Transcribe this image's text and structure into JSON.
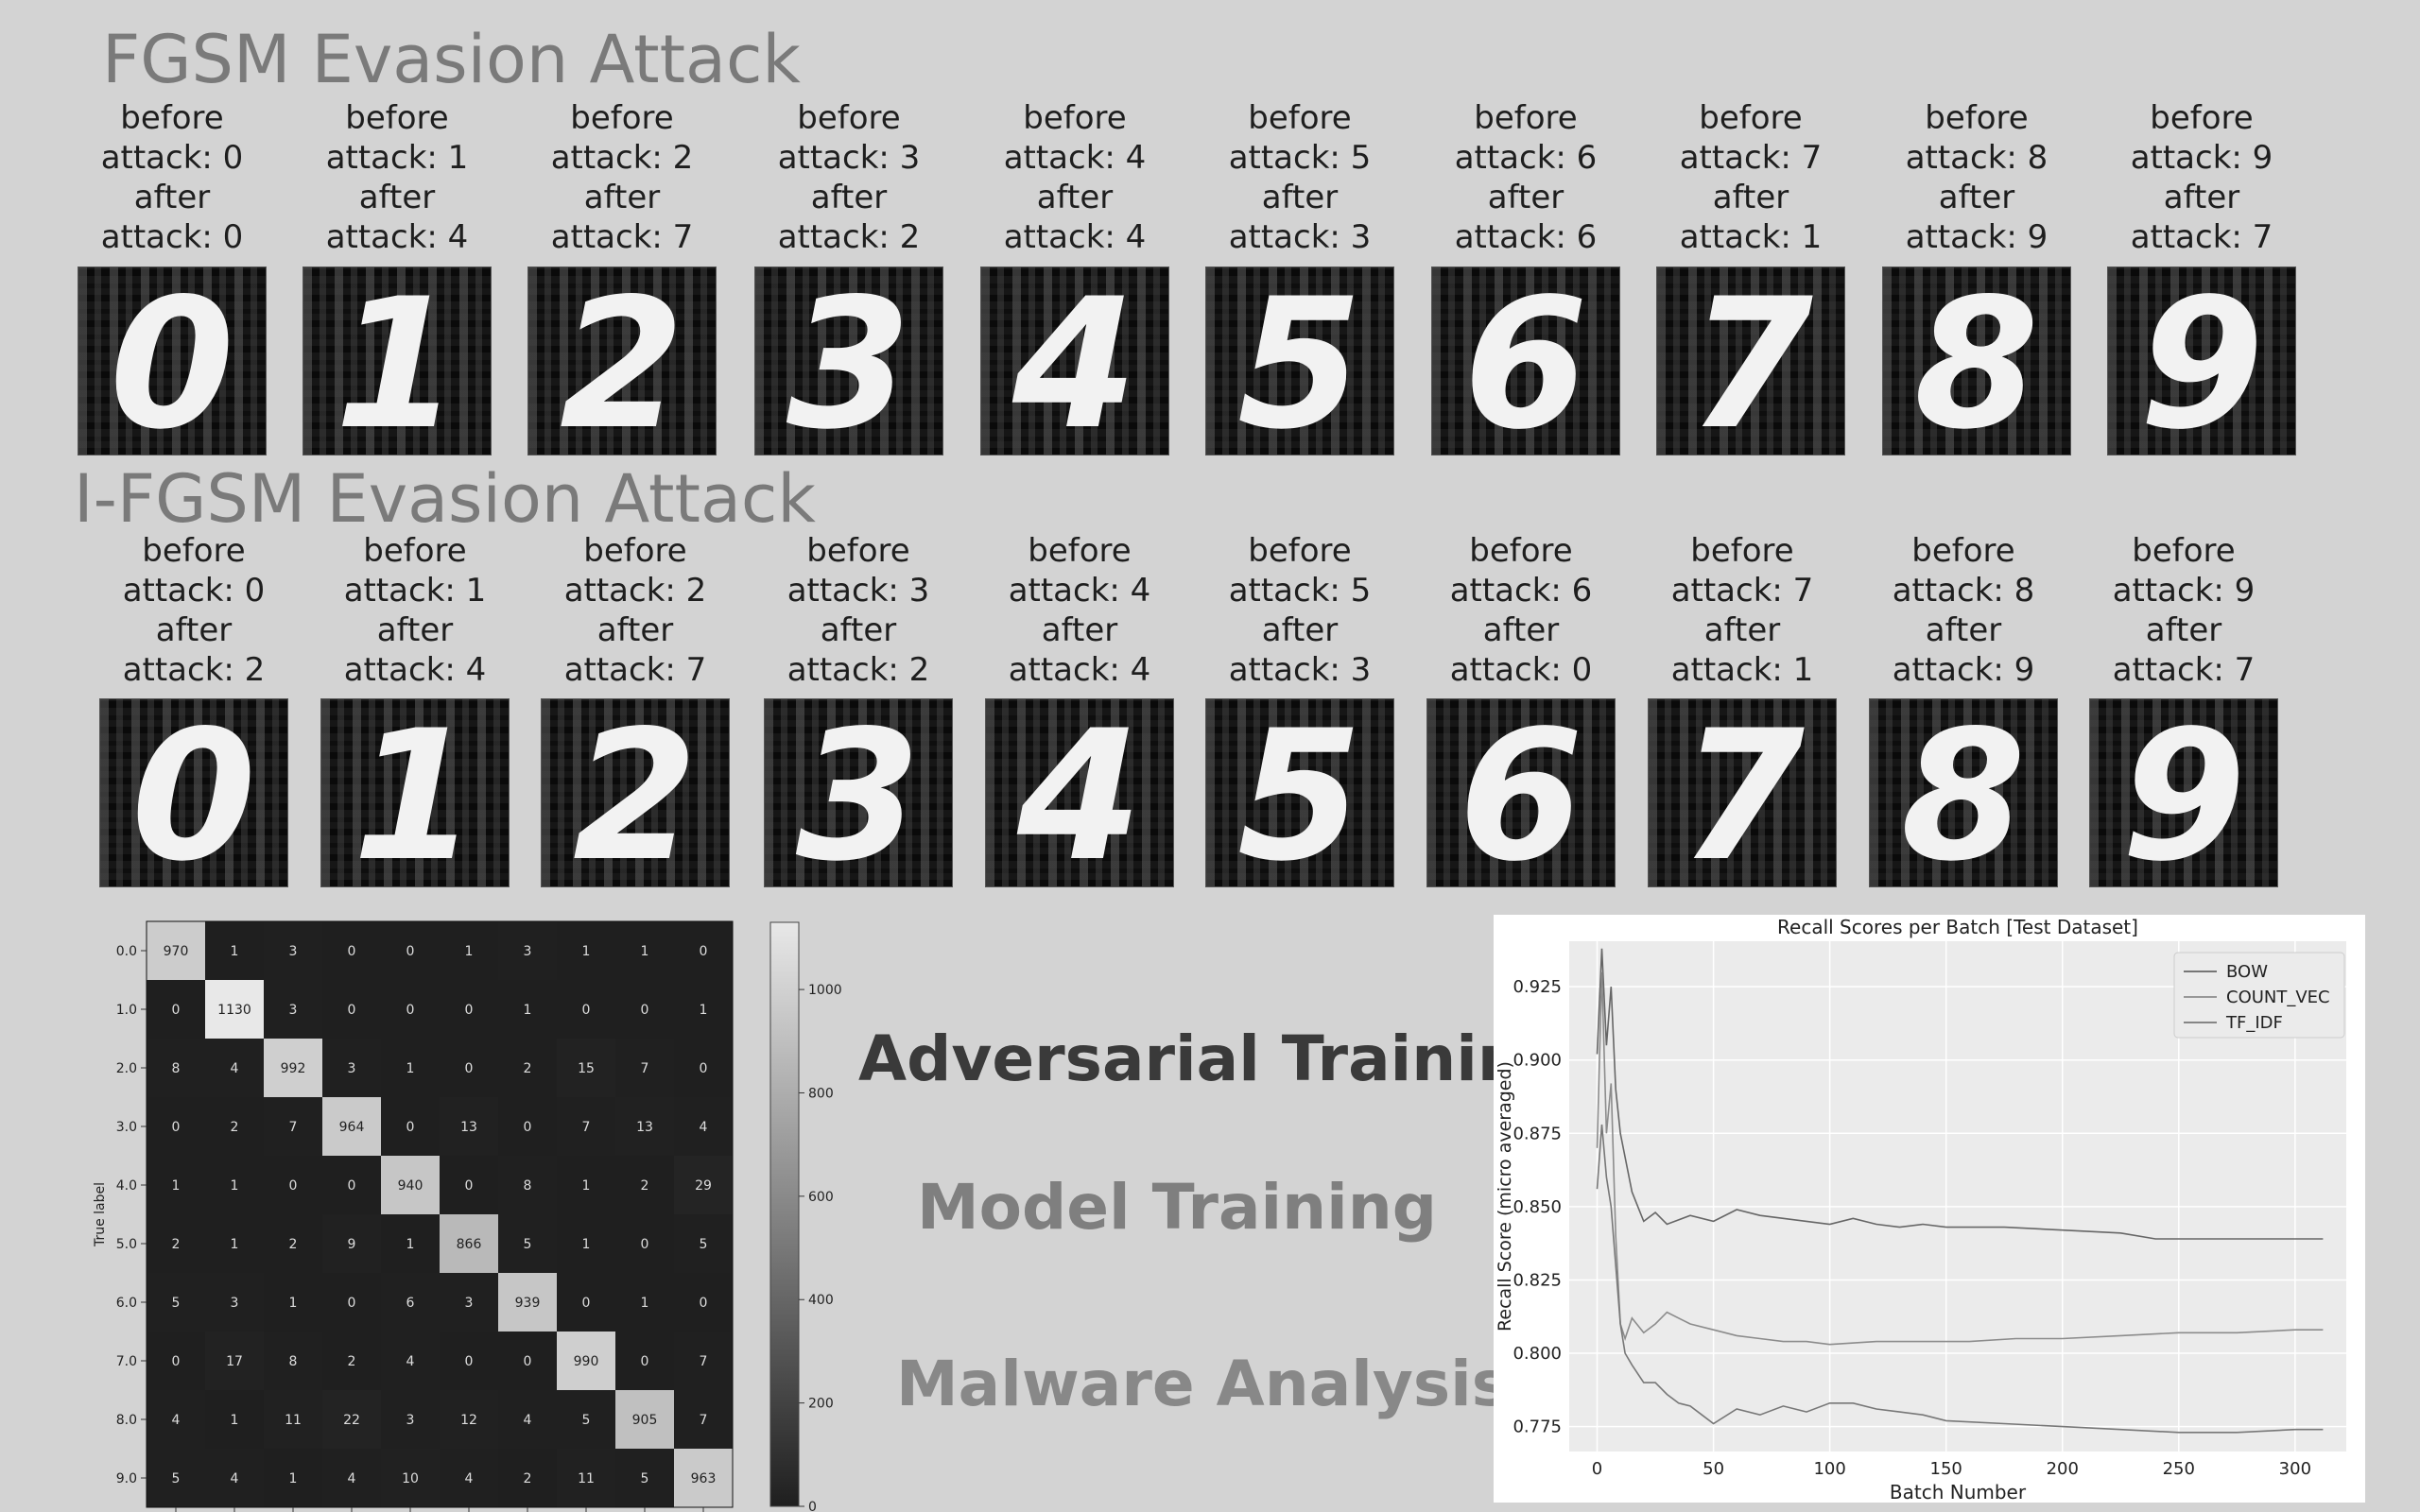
{
  "sections": {
    "fgsm_title": "FGSM Evasion Attack",
    "ifgsm_title": "I-FGSM Evasion Attack"
  },
  "caption_words": {
    "before": "before",
    "attack_prefix": "attack:",
    "after": "after"
  },
  "fgsm_panels": [
    {
      "digit": "0",
      "before": "0",
      "after": "0"
    },
    {
      "digit": "1",
      "before": "1",
      "after": "4"
    },
    {
      "digit": "2",
      "before": "2",
      "after": "7"
    },
    {
      "digit": "3",
      "before": "3",
      "after": "2"
    },
    {
      "digit": "4",
      "before": "4",
      "after": "4"
    },
    {
      "digit": "5",
      "before": "5",
      "after": "3"
    },
    {
      "digit": "6",
      "before": "6",
      "after": "6"
    },
    {
      "digit": "7",
      "before": "7",
      "after": "1"
    },
    {
      "digit": "8",
      "before": "8",
      "after": "9"
    },
    {
      "digit": "9",
      "before": "9",
      "after": "7"
    }
  ],
  "ifgsm_panels": [
    {
      "digit": "0",
      "before": "0",
      "after": "2"
    },
    {
      "digit": "1",
      "before": "1",
      "after": "4"
    },
    {
      "digit": "2",
      "before": "2",
      "after": "7"
    },
    {
      "digit": "3",
      "before": "3",
      "after": "2"
    },
    {
      "digit": "4",
      "before": "4",
      "after": "4"
    },
    {
      "digit": "5",
      "before": "5",
      "after": "3"
    },
    {
      "digit": "6",
      "before": "6",
      "after": "0"
    },
    {
      "digit": "7",
      "before": "7",
      "after": "1"
    },
    {
      "digit": "8",
      "before": "8",
      "after": "9"
    },
    {
      "digit": "9",
      "before": "9",
      "after": "7"
    }
  ],
  "labels": {
    "adversarial_training": "Adversarial Training",
    "model_training": "Model Training",
    "malware_analysis": "Malware Analysis"
  },
  "chart_data": [
    {
      "type": "heatmap",
      "title": "",
      "ylabel": "True label",
      "xlabel": "",
      "row_labels": [
        "0.0",
        "1.0",
        "2.0",
        "3.0",
        "4.0",
        "5.0",
        "6.0",
        "7.0",
        "8.0",
        "9.0"
      ],
      "matrix": [
        [
          970,
          1,
          3,
          0,
          0,
          1,
          3,
          1,
          1,
          0
        ],
        [
          0,
          1130,
          3,
          0,
          0,
          0,
          1,
          0,
          0,
          1
        ],
        [
          8,
          4,
          992,
          3,
          1,
          0,
          2,
          15,
          7,
          0
        ],
        [
          0,
          2,
          7,
          964,
          0,
          13,
          0,
          7,
          13,
          4
        ],
        [
          1,
          1,
          0,
          0,
          940,
          0,
          8,
          1,
          2,
          29
        ],
        [
          2,
          1,
          2,
          9,
          1,
          866,
          5,
          1,
          0,
          5
        ],
        [
          5,
          3,
          1,
          0,
          6,
          3,
          939,
          0,
          1,
          0
        ],
        [
          0,
          17,
          8,
          2,
          4,
          0,
          0,
          990,
          0,
          7
        ],
        [
          4,
          1,
          11,
          22,
          3,
          12,
          4,
          5,
          905,
          7
        ],
        [
          5,
          4,
          1,
          4,
          10,
          4,
          2,
          11,
          5,
          963
        ]
      ],
      "colorbar": {
        "min": 0,
        "max": 1130,
        "ticks": [
          0,
          200,
          400,
          600,
          800,
          1000
        ]
      },
      "colors": {
        "low": "#1f1f1f",
        "high": "#e8e8e8"
      }
    },
    {
      "type": "line",
      "title": "Recall Scores per Batch [Test Dataset]",
      "xlabel": "Batch Number",
      "ylabel": "Recall Score (micro averaged)",
      "xlim": [
        -12,
        322
      ],
      "ylim": [
        0.7665,
        0.9405
      ],
      "xticks": [
        0,
        50,
        100,
        150,
        200,
        250,
        300
      ],
      "yticks": [
        0.775,
        0.8,
        0.825,
        0.85,
        0.875,
        0.9,
        0.925
      ],
      "ytick_labels": [
        "0.775",
        "0.800",
        "0.825",
        "0.850",
        "0.875",
        "0.900",
        "0.925"
      ],
      "grid": true,
      "legend": "top-right",
      "series": [
        {
          "name": "BOW",
          "color": "#666666",
          "x": [
            0,
            2,
            4,
            6,
            8,
            10,
            15,
            20,
            25,
            30,
            40,
            50,
            60,
            70,
            80,
            90,
            100,
            110,
            120,
            130,
            140,
            150,
            175,
            200,
            225,
            240,
            250,
            275,
            300,
            312
          ],
          "y": [
            0.902,
            0.938,
            0.905,
            0.925,
            0.89,
            0.875,
            0.855,
            0.845,
            0.848,
            0.844,
            0.847,
            0.845,
            0.849,
            0.847,
            0.846,
            0.845,
            0.844,
            0.846,
            0.844,
            0.843,
            0.844,
            0.843,
            0.843,
            0.842,
            0.841,
            0.839,
            0.839,
            0.839,
            0.839,
            0.839
          ]
        },
        {
          "name": "COUNT_VEC",
          "color": "#8c8c8c",
          "x": [
            0,
            2,
            4,
            6,
            8,
            10,
            12,
            15,
            20,
            25,
            30,
            40,
            50,
            60,
            70,
            80,
            90,
            100,
            120,
            140,
            160,
            180,
            200,
            225,
            250,
            275,
            300,
            312
          ],
          "y": [
            0.87,
            0.93,
            0.875,
            0.892,
            0.84,
            0.81,
            0.805,
            0.812,
            0.807,
            0.81,
            0.814,
            0.81,
            0.808,
            0.806,
            0.805,
            0.804,
            0.804,
            0.803,
            0.804,
            0.804,
            0.804,
            0.805,
            0.805,
            0.806,
            0.807,
            0.807,
            0.808,
            0.808
          ]
        },
        {
          "name": "TF_IDF",
          "color": "#777777",
          "x": [
            0,
            2,
            4,
            6,
            8,
            10,
            12,
            15,
            20,
            25,
            30,
            35,
            40,
            45,
            50,
            60,
            70,
            80,
            90,
            100,
            110,
            120,
            130,
            140,
            150,
            175,
            200,
            225,
            250,
            275,
            300,
            312
          ],
          "y": [
            0.856,
            0.878,
            0.86,
            0.85,
            0.83,
            0.81,
            0.8,
            0.796,
            0.79,
            0.79,
            0.786,
            0.783,
            0.782,
            0.779,
            0.776,
            0.781,
            0.779,
            0.782,
            0.78,
            0.783,
            0.783,
            0.781,
            0.78,
            0.779,
            0.777,
            0.776,
            0.775,
            0.774,
            0.773,
            0.773,
            0.774,
            0.774
          ]
        }
      ]
    }
  ]
}
